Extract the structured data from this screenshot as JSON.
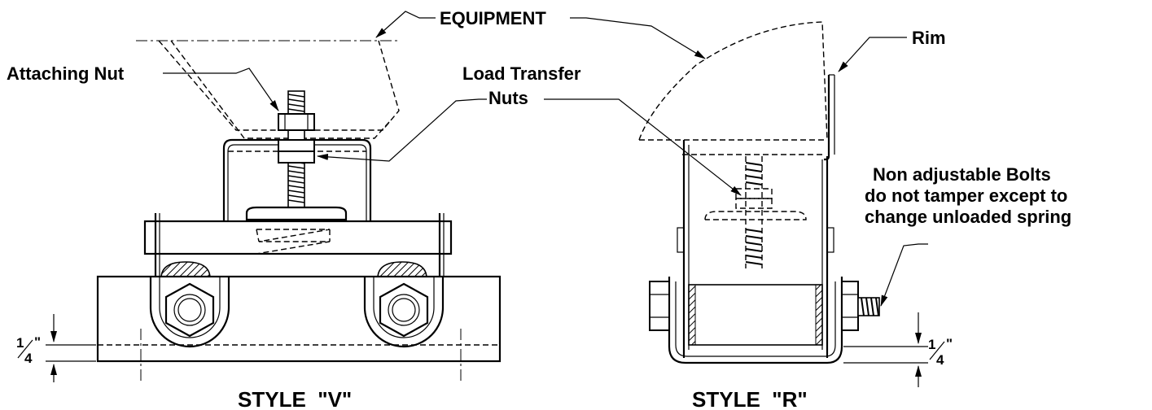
{
  "labels": {
    "equipment": "EQUIPMENT",
    "rim": "Rim",
    "attaching_nut": "Attaching Nut",
    "load_transfer_line1": "Load Transfer",
    "load_transfer_line2": "Nuts",
    "non_adj_line1": "Non adjustable Bolts",
    "non_adj_line2": "do not tamper except to",
    "non_adj_line3": "change unloaded spring",
    "style_v": "STYLE  \"V\"",
    "style_r": "STYLE  \"R\"",
    "dim_num_left": "1",
    "dim_den_left": "4",
    "dim_in_left": "\"",
    "dim_num_right": "1",
    "dim_den_right": "4",
    "dim_in_right": "\""
  }
}
